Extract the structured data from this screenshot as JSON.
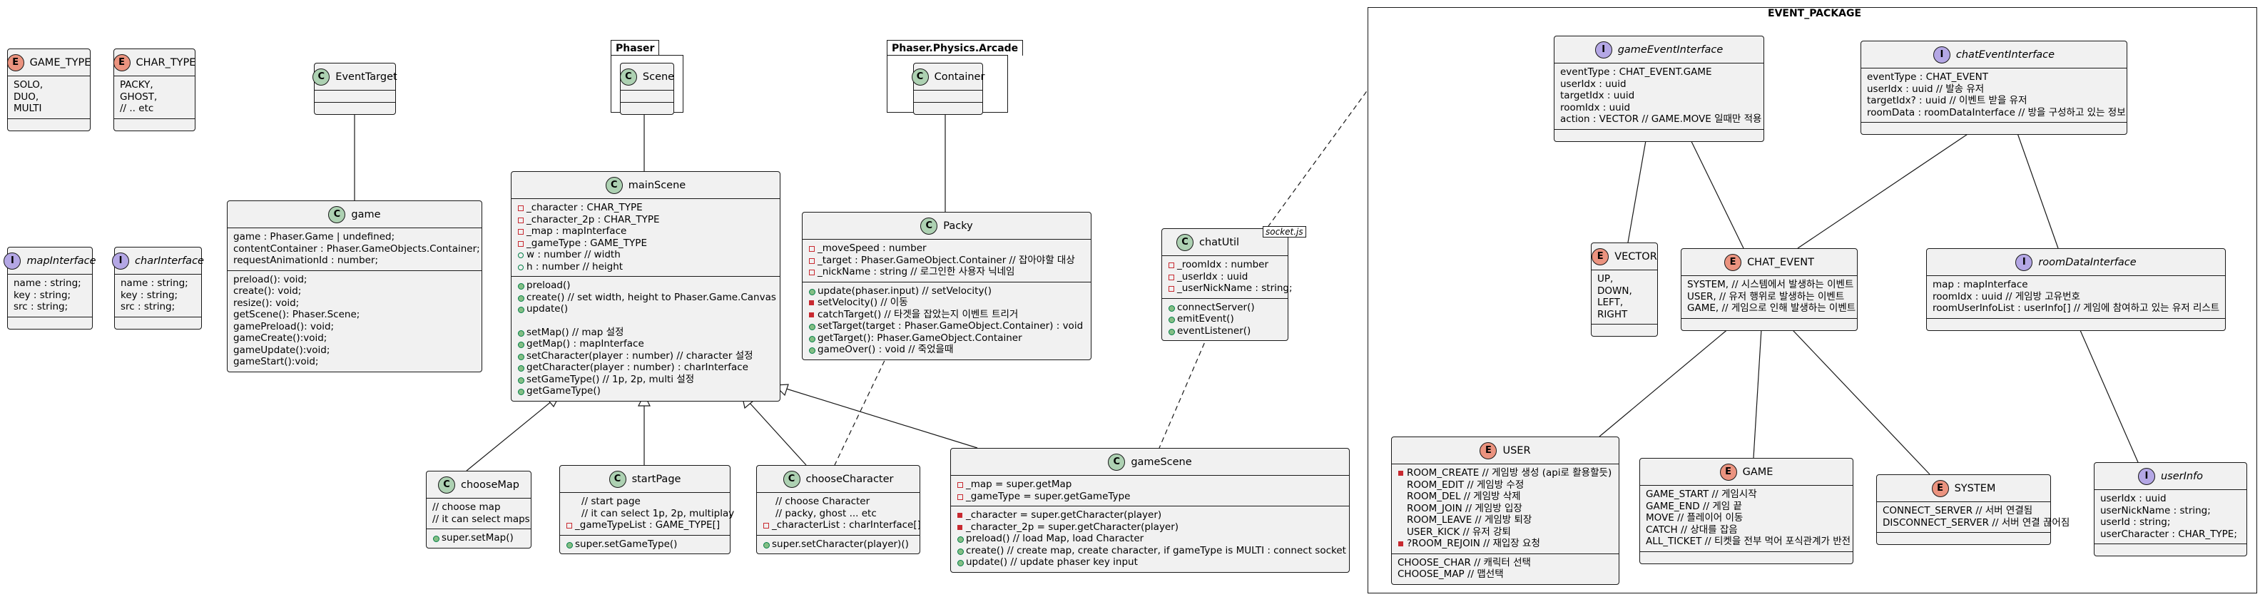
{
  "event_package": {
    "title": "EVENT_PACKAGE"
  },
  "packages": {
    "phaser": {
      "title": "Phaser",
      "class": "Scene"
    },
    "arcade": {
      "title": "Phaser.Physics.Arcade",
      "class": "Container"
    }
  },
  "enums": {
    "game_type": {
      "name": "GAME_TYPE",
      "values": [
        "SOLO,",
        "DUO,",
        "MULTI"
      ]
    },
    "char_type": {
      "name": "CHAR_TYPE",
      "values": [
        "PACKY,",
        "GHOST,",
        "// .. etc"
      ]
    },
    "vector": {
      "name": "VECTOR",
      "values": [
        "UP,",
        "DOWN,",
        "LEFT,",
        "RIGHT"
      ]
    },
    "chat_event": {
      "name": "CHAT_EVENT",
      "values": [
        "SYSTEM, // 시스템에서 발생하는 이벤트",
        "USER, // 유저 행위로 발생하는 이벤트",
        "GAME, // 게임으로 인해 발생하는 이벤트"
      ]
    },
    "user": {
      "name": "USER",
      "values": [
        "ROOM_CREATE // 게임방 생성 (api로 활용할듯)",
        "ROOM_EDIT // 게임방 수정",
        "ROOM_DEL // 게임방 삭제",
        "ROOM_JOIN // 게임방 입장",
        "ROOM_LEAVE // 게임방 퇴장",
        "USER_KICK // 유저 강퇴",
        "?ROOM_REJOIN // 재입장 요청"
      ],
      "extra": [
        "CHOOSE_CHAR // 캐릭터 선택",
        "CHOOSE_MAP // 맵선택"
      ]
    },
    "game": {
      "name": "GAME",
      "values": [
        "GAME_START // 게임시작",
        "GAME_END // 게임 끝",
        "MOVE // 플레이어 이동",
        "CATCH // 상대를 잡음",
        "ALL_TICKET // 티켓을 전부 먹어 포식관계가 반전"
      ]
    },
    "system": {
      "name": "SYSTEM",
      "values": [
        "CONNECT_SERVER // 서버 연결됨",
        "DISCONNECT_SERVER // 서버 연결 끊어짐"
      ]
    }
  },
  "interfaces": {
    "map": {
      "name": "mapInterface",
      "fields": [
        "name : string;",
        "key : string;",
        "src : string;"
      ]
    },
    "char": {
      "name": "charInterface",
      "fields": [
        "name : string;",
        "key : string;",
        "src : string;"
      ]
    },
    "game_event": {
      "name": "gameEventInterface",
      "fields": [
        "eventType : CHAT_EVENT.GAME",
        "userIdx : uuid",
        "targetIdx : uuid",
        "roomIdx : uuid",
        "action : VECTOR // GAME.MOVE 일때만 적용"
      ]
    },
    "chat_event": {
      "name": "chatEventInterface",
      "fields": [
        "eventType : CHAT_EVENT",
        "userIdx : uuid // 발송 유저",
        "targetIdx? : uuid // 이벤트 받을 유저",
        "roomData : roomDataInterface // 방을 구성하고 있는 정보"
      ]
    },
    "room_data": {
      "name": "roomDataInterface",
      "fields": [
        "map : mapInterface",
        "roomIdx : uuid // 게임방 고유번호",
        "roomUserInfoList : userInfo[] // 게임에 참여하고 있는 유저 리스트"
      ]
    },
    "user_info": {
      "name": "userInfo",
      "fields": [
        "userIdx : uuid",
        "userNickName : string;",
        "userId : string;",
        "userCharacter : CHAR_TYPE;"
      ]
    }
  },
  "classes": {
    "event_target": {
      "name": "EventTarget"
    },
    "game": {
      "name": "game",
      "fields": [
        "game : Phaser.Game | undefined;",
        "contentContainer : Phaser.GameObjects.Container;",
        "requestAnimationId : number;"
      ],
      "methods": [
        "preload(): void;",
        "create(): void;",
        "resize(): void;",
        "getScene(): Phaser.Scene;",
        "gamePreload(): void;",
        "gameCreate():void;",
        "gameUpdate():void;",
        "gameStart():void;"
      ]
    },
    "main_scene": {
      "name": "mainScene",
      "fields": [
        "_character : CHAR_TYPE",
        "_character_2p : CHAR_TYPE",
        "_map : mapInterface",
        "_gameType : GAME_TYPE",
        "w : number // width",
        "h : number // height"
      ],
      "methods": [
        "preload()",
        "create() // set width, height to Phaser.Game.Canvas",
        "update()",
        "",
        "setMap() // map 설정",
        "getMap() : mapInterface",
        "setCharacter(player : number) // character 설정",
        "getCharacter(player : number) : charInterface",
        "setGameType() // 1p, 2p, multi 설정",
        "getGameType()"
      ]
    },
    "packy": {
      "name": "Packy",
      "fields": [
        "_moveSpeed : number",
        "_target : Phaser.GameObject.Container // 잡아야할 대상",
        "_nickName : string // 로그인한 사용자 닉네임"
      ],
      "methods": [
        "update(phaser.input) // setVelocity()",
        "setVelocity() // 이동",
        "catchTarget() // 타겟을 잡았는지 이벤트 트리거",
        "setTarget(target : Phaser.GameObject.Container) : void",
        "getTarget(): Phaser.GameObject.Container",
        "gameOver() : void // 죽었을때"
      ]
    },
    "chat_util": {
      "name": "chatUtil",
      "stereotype": "socket.js",
      "fields": [
        "_roomIdx : number",
        "_userIdx : uuid",
        "_userNickName : string;"
      ],
      "methods": [
        "connectServer()",
        "emitEvent()",
        "eventListener()"
      ]
    },
    "choose_map": {
      "name": "chooseMap",
      "fields": [
        "// choose map",
        "// it can select maps"
      ],
      "methods": [
        "super.setMap()"
      ]
    },
    "start_page": {
      "name": "startPage",
      "fields": [
        "// start page",
        "// it can select 1p, 2p, multiplay",
        "_gameTypeList : GAME_TYPE[]"
      ],
      "methods": [
        "super.setGameType()"
      ]
    },
    "choose_character": {
      "name": "chooseCharacter",
      "fields": [
        "// choose Character",
        "// packy, ghost ... etc",
        "_characterList : charInterface[]"
      ],
      "methods": [
        "super.setCharacter(player)()"
      ]
    },
    "game_scene": {
      "name": "gameScene",
      "fields": [
        "_map = super.getMap",
        "_gameType = super.getGameType"
      ],
      "methods": [
        "_character = super.getCharacter(player)",
        "_character_2p = super.getCharacter(player)",
        "preload() // load Map, load Character",
        "create() // create map, create character, if gameType is MULTI : connect socket",
        "update() // update phaser key input"
      ]
    }
  },
  "badges": {
    "class": "C",
    "enum": "E",
    "interface": "I"
  },
  "colors": {
    "class_badge": "#ADD1B2",
    "enum_badge": "#EB937F",
    "interface_badge": "#B4A7E5",
    "box_fill": "#F1F1F1",
    "line": "#181818"
  }
}
